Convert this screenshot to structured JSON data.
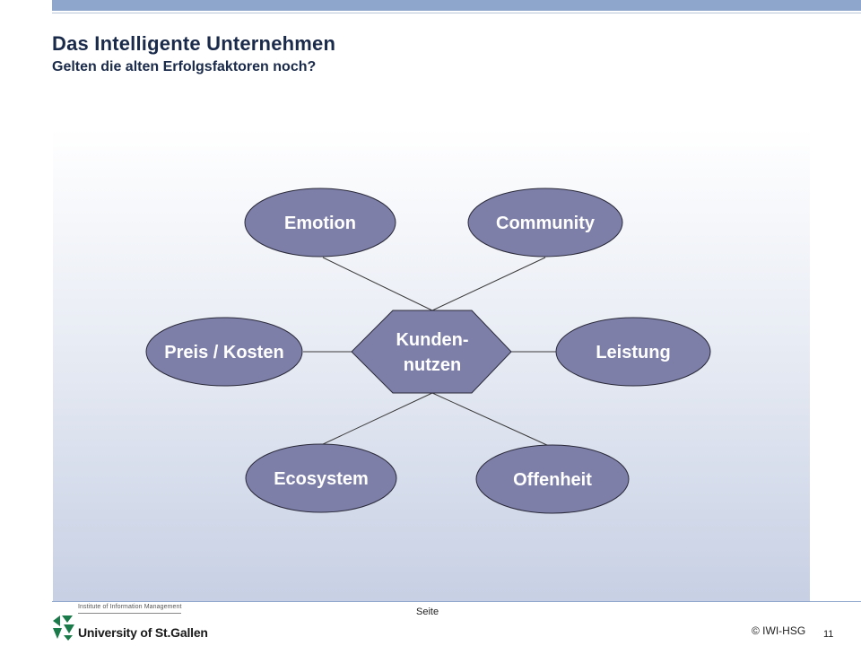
{
  "header": {
    "title": "Das Intelligente Unternehmen",
    "subtitle": "Gelten die alten Erfolgsfaktoren noch?"
  },
  "diagram": {
    "center": "Kunden- nutzen",
    "center_lines": [
      "Kunden-",
      "nutzen"
    ],
    "nodes": [
      "Emotion",
      "Community",
      "Preis / Kosten",
      "Leistung",
      "Ecosystem",
      "Offenheit"
    ]
  },
  "footer": {
    "center_label": "Seite",
    "copyright": "© IWI-HSG",
    "page_number": "11",
    "institute": "Institute of Information Management",
    "university": "University of St.Gallen"
  },
  "colors": {
    "node_fill": "#7d7fa8",
    "node_stroke": "#2a2a3a",
    "accent_bar": "#8fa6cc",
    "logo_green": "#1a7a4a"
  }
}
